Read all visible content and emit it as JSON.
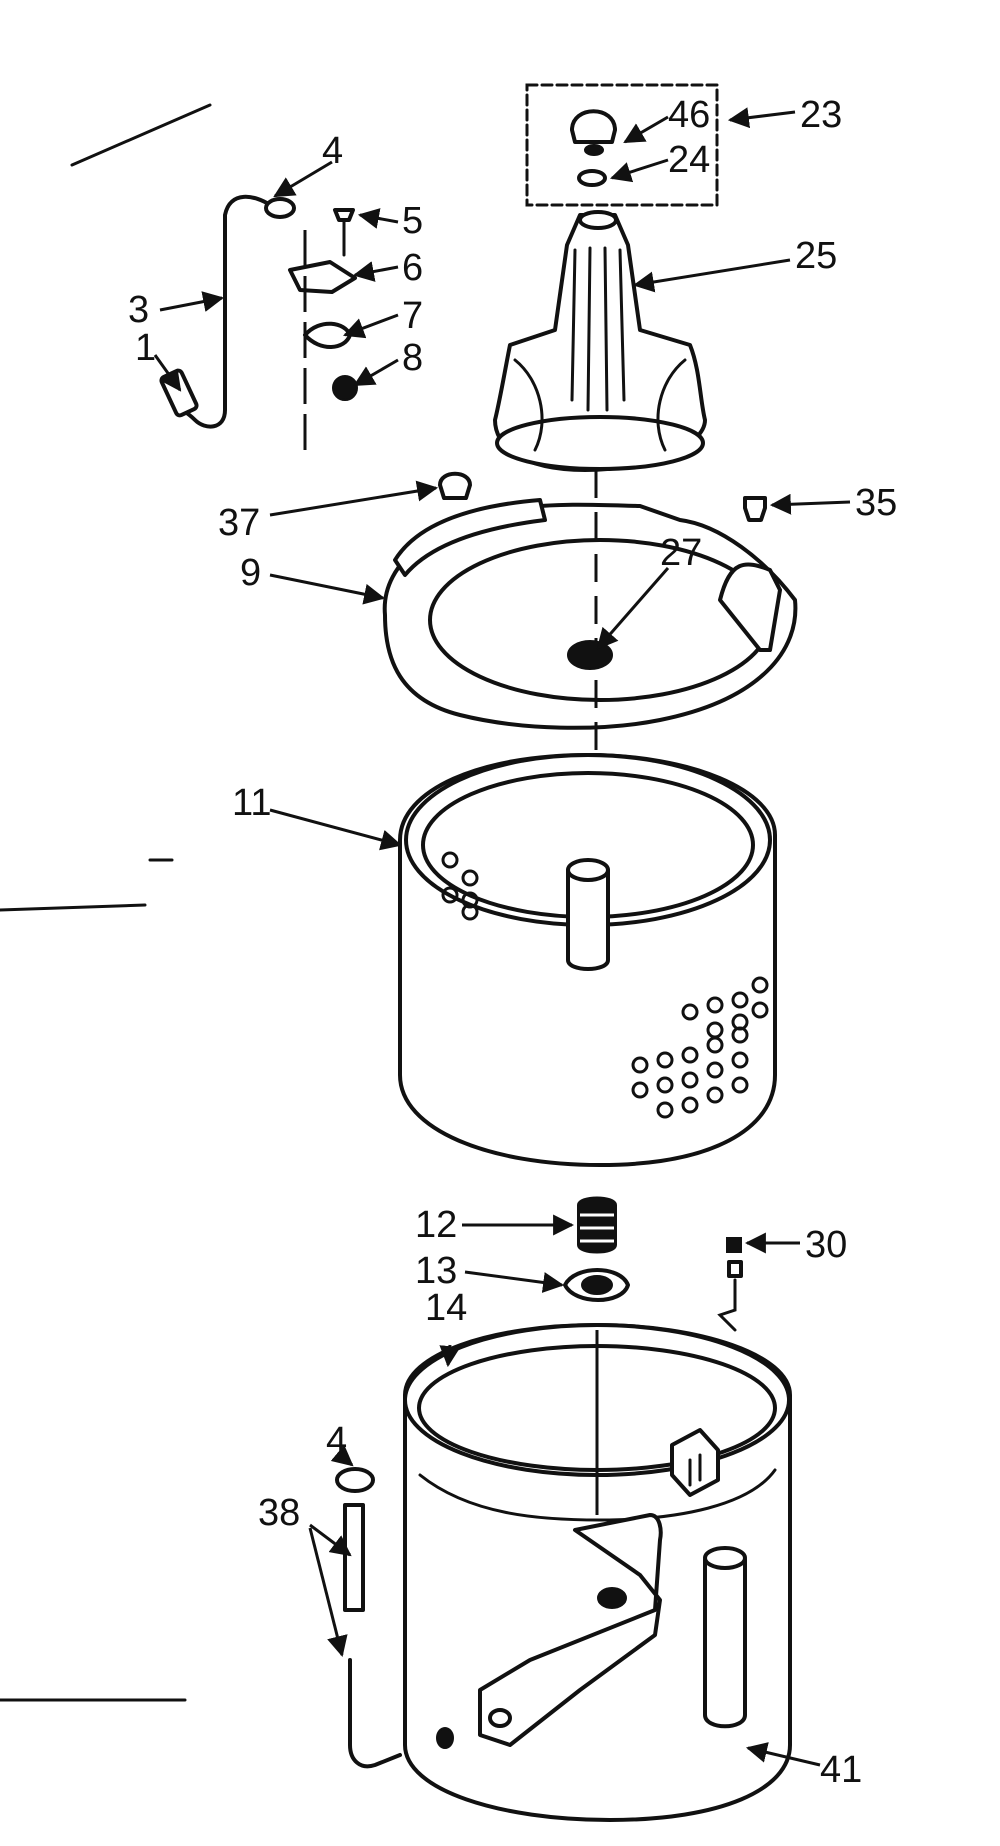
{
  "diagram": {
    "colors": {
      "ink": "#111111",
      "paper": "#ffffff"
    },
    "callouts": {
      "c1": "1",
      "c3": "3",
      "c4a": "4",
      "c5": "5",
      "c6": "6",
      "c7": "7",
      "c8": "8",
      "c9": "9",
      "c11": "11",
      "c12": "12",
      "c13": "13",
      "c14": "14",
      "c23": "23",
      "c24": "24",
      "c25": "25",
      "c27": "27",
      "c30": "30",
      "c35": "35",
      "c37": "37",
      "c4b": "4",
      "c38": "38",
      "c41": "41",
      "c46": "46"
    }
  }
}
